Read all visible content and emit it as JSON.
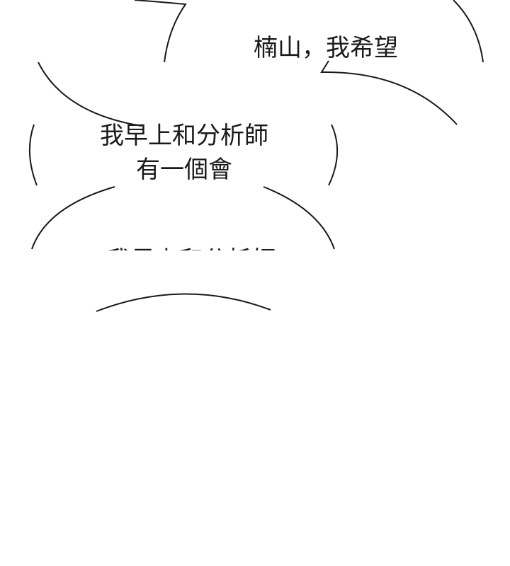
{
  "panel": {
    "bubble_1": {
      "lines": [
        "楠山，我希望"
      ]
    },
    "bubble_2": {
      "lines": [
        "我早上和分析師",
        "有一個會"
      ]
    },
    "bubble_3": {
      "lines": [
        "我早上和分析師"
      ]
    }
  },
  "colors": {
    "background": "#ffffff",
    "outline": "#1a1a1a",
    "text": "#1a1a1a"
  }
}
